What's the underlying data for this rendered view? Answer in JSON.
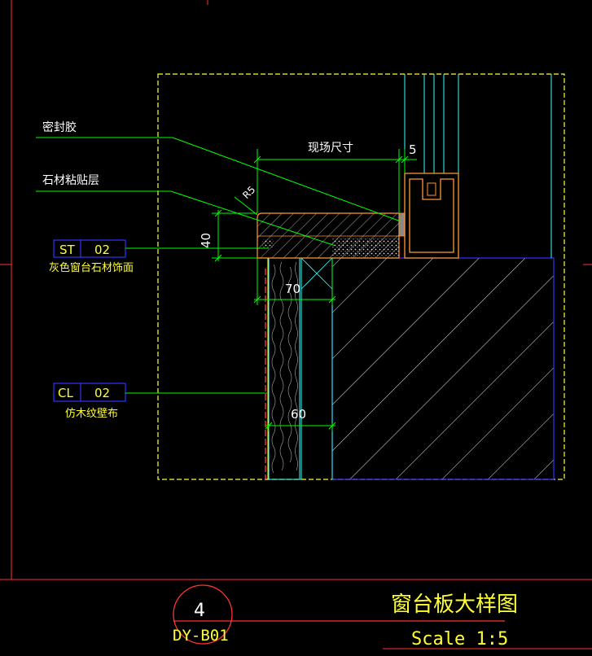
{
  "drawing": {
    "title": "窗台板大样图",
    "scale": "Scale 1:5",
    "detail_number": "4",
    "sheet_ref": "DY-B01"
  },
  "callouts": {
    "sealant": "密封胶",
    "stone_adhesive": "石材粘贴层",
    "stone_code": "ST",
    "stone_num": "02",
    "stone_desc": "灰色窗台石材饰面",
    "cloth_code": "CL",
    "cloth_num": "02",
    "cloth_desc": "仿木纹壁布"
  },
  "dimensions": {
    "site_size": "现场尺寸",
    "gap": "5",
    "thickness": "40",
    "radius": "R5",
    "width_70": "70",
    "width_60": "60"
  },
  "colors": {
    "background": "#000000",
    "frame": "#ff3333",
    "boundary": "#ffff33",
    "leader": "#00ff00",
    "stone": "#ff9933",
    "concrete": "#3333ff",
    "glazing": "#33ffff",
    "text": "#ffffff",
    "tag": "#ffff33"
  }
}
